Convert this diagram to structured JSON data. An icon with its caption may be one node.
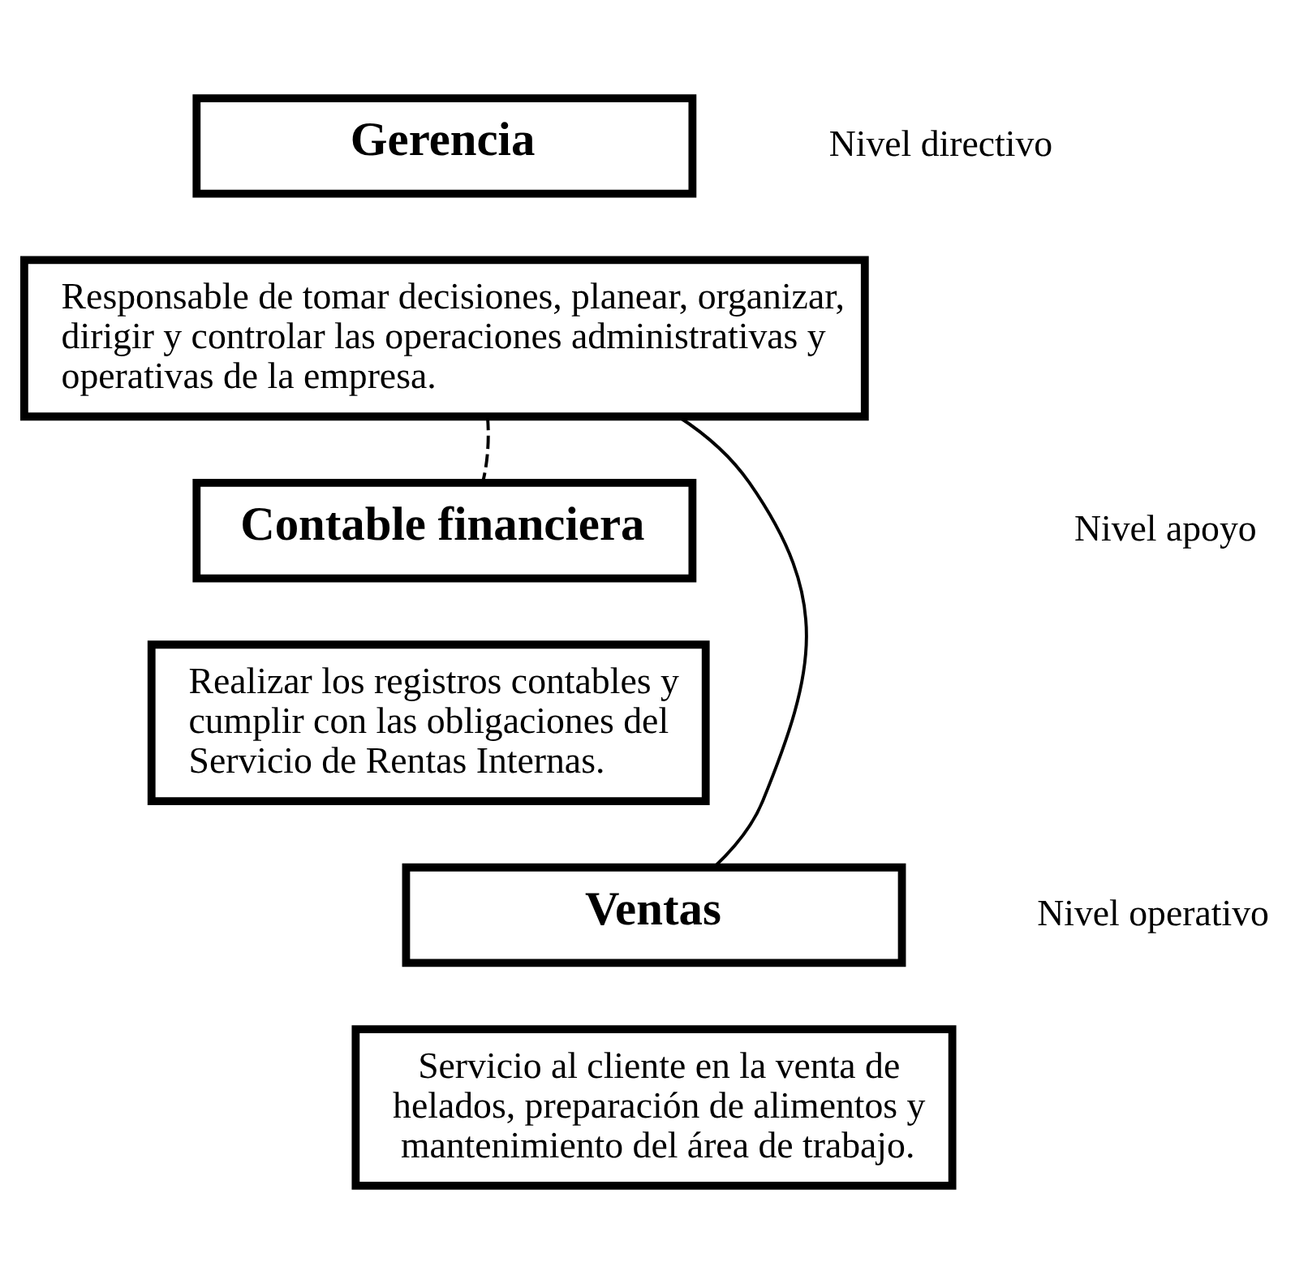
{
  "diagram": {
    "nodes": [
      {
        "text": [
          "Gerencia"
        ]
      },
      {
        "text": [
          "Responsable de tomar decisiones, planear, organizar, dirigir y controlar las operaciones administrativas y operativas de la empresa."
        ]
      },
      {
        "text": [
          "Contable financiera"
        ]
      },
      {
        "text": [
          "Realizar los registros contables y cumplir con las obligaciones del Servicio de Rentas Internas."
        ]
      },
      {
        "text": [
          "Ventas"
        ]
      },
      {
        "text": [
          "Servicio al cliente en la venta de helados, preparación de alimentos y mantenimiento del área de trabajo."
        ]
      }
    ],
    "edges": [
      {
        "from": 1,
        "to": 4,
        "arrow": "none"
      },
      {
        "from": 1,
        "to": 2,
        "arrow": "none",
        "style": "dashed"
      }
    ],
    "labels": [
      "Nivel directivo",
      "Nivel apoyo",
      "Nivel operativo"
    ]
  }
}
